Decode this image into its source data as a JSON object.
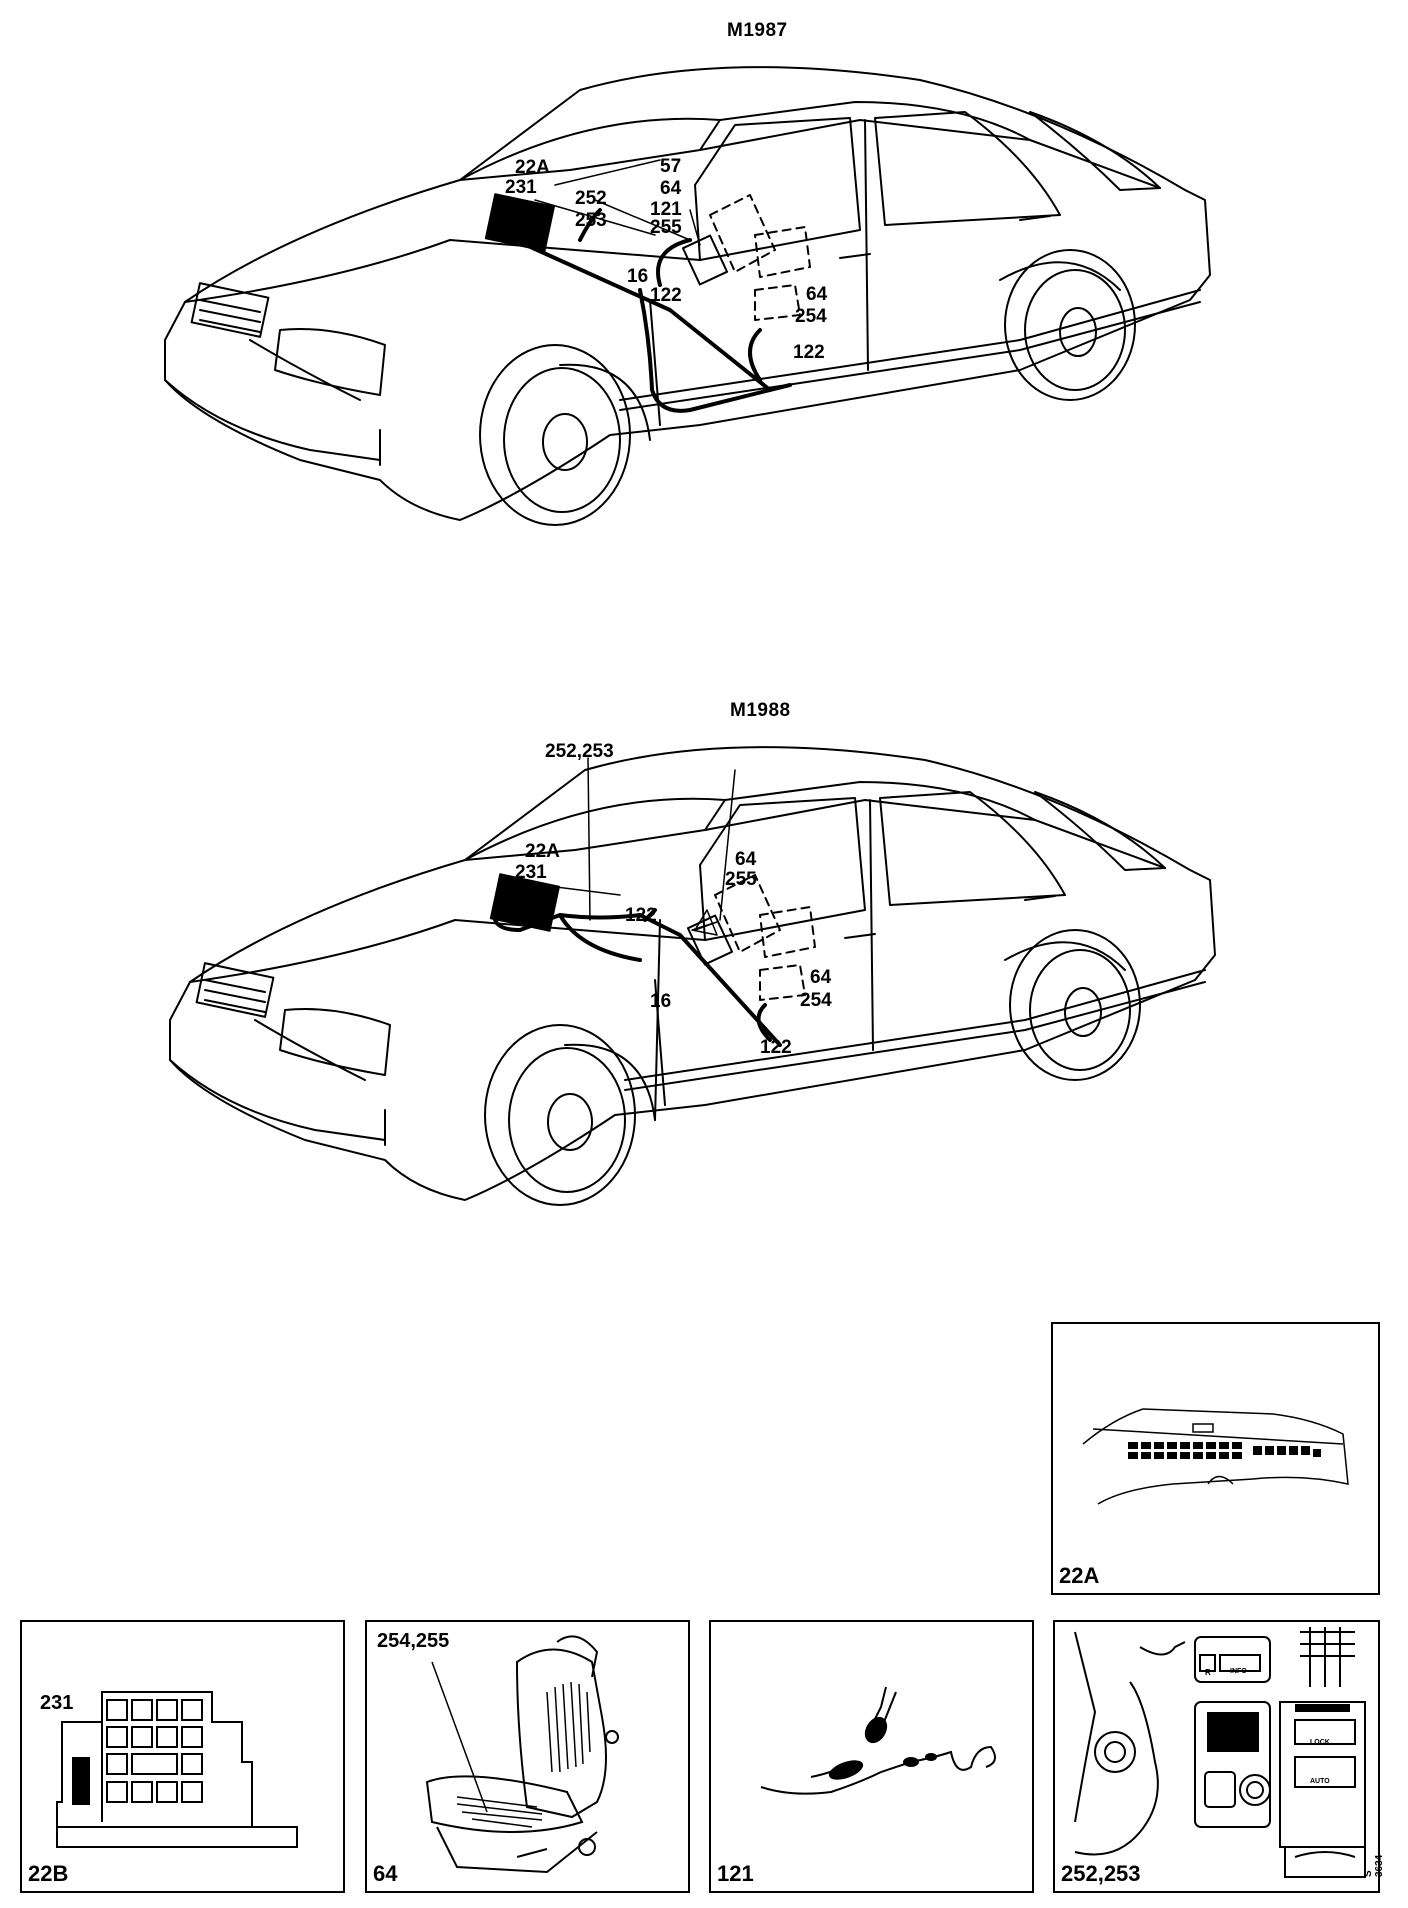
{
  "diagram_top": {
    "title": "M1987",
    "labels": {
      "l22a": "22A",
      "l231": "231",
      "l57": "57",
      "l64a": "64",
      "l121": "121",
      "l255": "255",
      "l252": "252",
      "l253": "253",
      "l16": "16",
      "l122a": "122",
      "l64b": "64",
      "l254": "254",
      "l122b": "122"
    }
  },
  "diagram_bottom": {
    "title": "M1988",
    "labels": {
      "l252_253": "252,253",
      "l22a": "22A",
      "l231": "231",
      "l64a": "64",
      "l255": "255",
      "l122a": "122",
      "l16": "16",
      "l64b": "64",
      "l254": "254",
      "l122b": "122"
    }
  },
  "panels": {
    "p22a": {
      "caption": "22A"
    },
    "p22b": {
      "caption": "22B",
      "callout": "231"
    },
    "p64": {
      "caption": "64",
      "callout": "254,255"
    },
    "p121": {
      "caption": "121"
    },
    "p252": {
      "caption": "252,253",
      "button_a": "R",
      "button_b": "INFO",
      "button_c": "LOCK",
      "button_d": "AUTO",
      "code": "S 3634"
    }
  },
  "colors": {
    "ink": "#000000",
    "paper": "#ffffff"
  }
}
